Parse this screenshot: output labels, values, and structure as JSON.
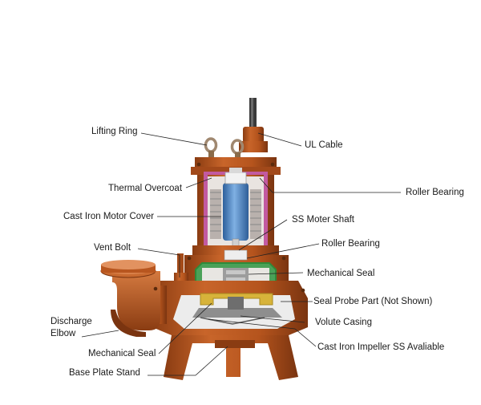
{
  "labels": {
    "lifting_ring": "Lifting Ring",
    "ul_cable": "UL Cable",
    "thermal_overcoat": "Thermal Overcoat",
    "roller_bearing_top": "Roller Bearing",
    "cast_iron_motor_cover": "Cast Iron Motor Cover",
    "ss_moter_shaft": "SS Moter Shaft",
    "vent_bolt": "Vent Bolt",
    "roller_bearing_lower": "Roller Bearing",
    "mechanical_seal_upper": "Mechanical Seal",
    "discharge_elbow_line1": "Discharge",
    "discharge_elbow_line2": "Elbow",
    "seal_probe_part": "Seal Probe Part (Not Shown)",
    "volute_casing": "Volute Casing",
    "mechanical_seal_lower": "Mechanical Seal",
    "cast_iron_impeller": "Cast Iron Impeller SS Avaliable",
    "base_plate_stand": "Base Plate Stand"
  },
  "colors": {
    "body": "#b8561f",
    "body_dark": "#7a3410",
    "body_light": "#d9814a",
    "motor_blue": "#4f86c6",
    "winding_pink": "#c25aa0",
    "seal_green": "#2f8a3a",
    "seal_yellow": "#d7b33a",
    "cavity": "#ececec",
    "leader": "#222222"
  }
}
